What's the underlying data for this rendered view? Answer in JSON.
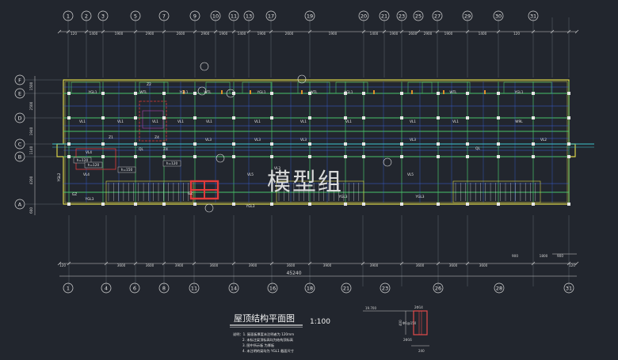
{
  "drawing": {
    "title": "屋顶结构平面图",
    "scale": "1:100",
    "watermark": "模型组",
    "total_dimension": "45240",
    "top_axes": [
      "1",
      "2",
      "3",
      "5",
      "7",
      "9",
      "10",
      "11",
      "13",
      "17",
      "19",
      "20",
      "21",
      "23",
      "25",
      "27",
      "29",
      "30",
      "31"
    ],
    "bottom_axes": [
      "1",
      "4",
      "6",
      "8",
      "11",
      "14",
      "16",
      "18",
      "21",
      "23",
      "26",
      "28",
      "31"
    ],
    "row_axes": [
      "F",
      "E",
      "D",
      "C",
      "B",
      "A"
    ],
    "top_dims": [
      "120",
      "1400",
      "1900",
      "2900",
      "2600",
      "2900",
      "1900",
      "1400",
      "1900",
      "2600",
      "1900",
      "1400",
      "1900",
      "2600",
      "2900",
      "1900",
      "1400",
      "120"
    ],
    "bottom_dims": [
      "120",
      "3600",
      "3600",
      "3900",
      "3600",
      "3900",
      "3600",
      "3900",
      "3900",
      "3600",
      "3600",
      "3600",
      "900",
      "1800",
      "900",
      "120"
    ],
    "left_dims": [
      "1500",
      "2500",
      "1940",
      "1140",
      "4200",
      "600"
    ],
    "beam_labels": [
      "YGL1",
      "WTL",
      "YGL1",
      "WTL",
      "YGL1",
      "WTL",
      "YGL1",
      "WTL",
      "YGL1",
      "VL1",
      "VL1",
      "VL1",
      "VL1",
      "VL1",
      "VL1",
      "VL1",
      "VL1",
      "VL1",
      "VL1",
      "W9L",
      "VL3",
      "VL3",
      "VL3",
      "VL3",
      "VL2",
      "VL4",
      "VL4",
      "VL5",
      "VL5",
      "VL3",
      "YGL2",
      "YGL3",
      "YGL3",
      "YGL3",
      "YGL3",
      "QL",
      "QL",
      "GZ",
      "GZ",
      "Z1",
      "Z2",
      "Z4",
      "Z4"
    ],
    "side_labels": [
      "h=120",
      "h=120",
      "h=150",
      "h=120"
    ],
    "notes": [
      "说明：1. 屋面板厚度未注明者为 120mm",
      "2. 未标注梁顶标高均为结构顶标高",
      "3. 图中所示板 为厚板",
      "4. 未注明的梁均为 YGL1 截面尺寸"
    ],
    "detail": {
      "dims": [
        "19.700",
        "400",
        "2Φ14",
        "Φ6@150",
        "2Φ16",
        "240"
      ]
    }
  }
}
